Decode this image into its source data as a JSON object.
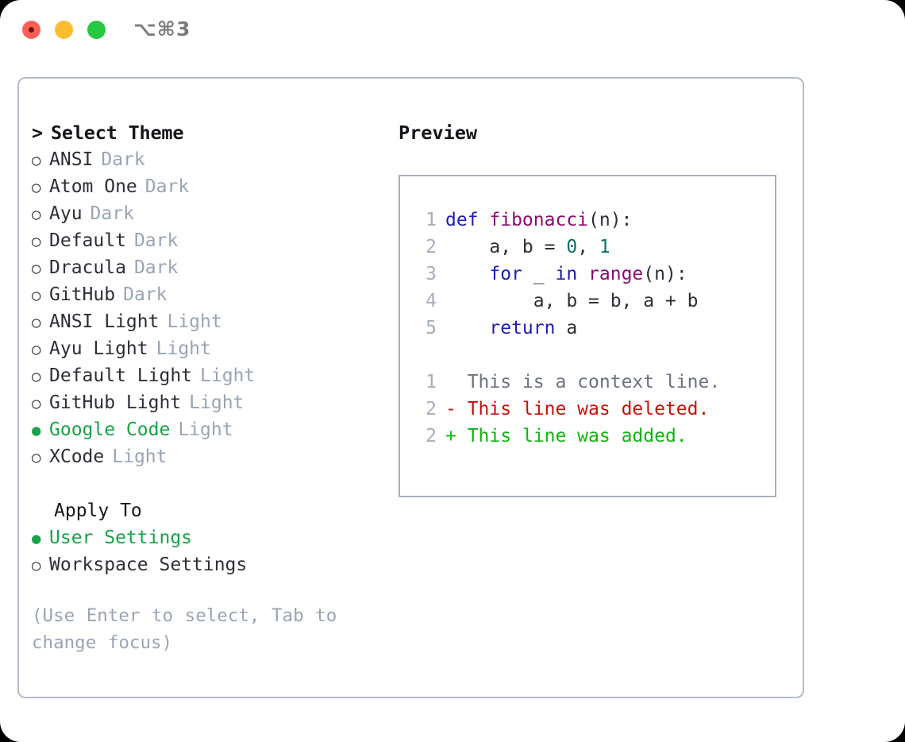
{
  "window": {
    "title": "⌥⌘3",
    "traffic_lights": [
      {
        "name": "close",
        "color": "#ff5f57"
      },
      {
        "name": "minimize",
        "color": "#febc2e"
      },
      {
        "name": "zoom",
        "color": "#28c840"
      }
    ]
  },
  "theme_picker": {
    "header": "Select Theme",
    "caret": ">",
    "bullet_unselected": "○",
    "bullet_selected": "●",
    "selected_color": "#16a34a",
    "items": [
      {
        "name": "ANSI",
        "tag": "Dark",
        "selected": false
      },
      {
        "name": "Atom One",
        "tag": "Dark",
        "selected": false
      },
      {
        "name": "Ayu",
        "tag": "Dark",
        "selected": false
      },
      {
        "name": "Default",
        "tag": "Dark",
        "selected": false
      },
      {
        "name": "Dracula",
        "tag": "Dark",
        "selected": false
      },
      {
        "name": "GitHub",
        "tag": "Dark",
        "selected": false
      },
      {
        "name": "ANSI Light",
        "tag": "Light",
        "selected": false
      },
      {
        "name": "Ayu Light",
        "tag": "Light",
        "selected": false
      },
      {
        "name": "Default Light",
        "tag": "Light",
        "selected": false
      },
      {
        "name": "GitHub Light",
        "tag": "Light",
        "selected": false
      },
      {
        "name": "Google Code",
        "tag": "Light",
        "selected": true
      },
      {
        "name": "XCode",
        "tag": "Light",
        "selected": false
      }
    ]
  },
  "apply_to": {
    "header": "Apply To",
    "options": [
      {
        "name": "User Settings",
        "selected": true
      },
      {
        "name": "Workspace Settings",
        "selected": false
      }
    ]
  },
  "hint": "(Use Enter to select, Tab to change focus)",
  "preview": {
    "title": "Preview",
    "code": [
      {
        "lineno": "1",
        "tokens": [
          {
            "t": "def ",
            "c": "kw"
          },
          {
            "t": "fibonacci",
            "c": "fn"
          },
          {
            "t": "(n):",
            "c": "pl"
          }
        ]
      },
      {
        "lineno": "2",
        "tokens": [
          {
            "t": "    a, b = ",
            "c": "pl"
          },
          {
            "t": "0",
            "c": "num"
          },
          {
            "t": ", ",
            "c": "pl"
          },
          {
            "t": "1",
            "c": "num"
          }
        ]
      },
      {
        "lineno": "3",
        "tokens": [
          {
            "t": "    ",
            "c": "pl"
          },
          {
            "t": "for",
            "c": "kw"
          },
          {
            "t": " _ ",
            "c": "pl"
          },
          {
            "t": "in",
            "c": "kw"
          },
          {
            "t": " ",
            "c": "pl"
          },
          {
            "t": "range",
            "c": "fn"
          },
          {
            "t": "(n):",
            "c": "pl"
          }
        ]
      },
      {
        "lineno": "4",
        "tokens": [
          {
            "t": "        a, b = b, a + b",
            "c": "pl"
          }
        ]
      },
      {
        "lineno": "5",
        "tokens": [
          {
            "t": "    ",
            "c": "pl"
          },
          {
            "t": "return",
            "c": "kw"
          },
          {
            "t": " a",
            "c": "pl"
          }
        ]
      }
    ],
    "diff": [
      {
        "lineno": "1",
        "marker": " ",
        "text": " This is a context line.",
        "kind": "diff-ctx"
      },
      {
        "lineno": "2",
        "marker": "-",
        "text": " This line was deleted.",
        "kind": "diff-del"
      },
      {
        "lineno": "2",
        "marker": "+",
        "text": " This line was added.",
        "kind": "diff-add"
      }
    ]
  }
}
